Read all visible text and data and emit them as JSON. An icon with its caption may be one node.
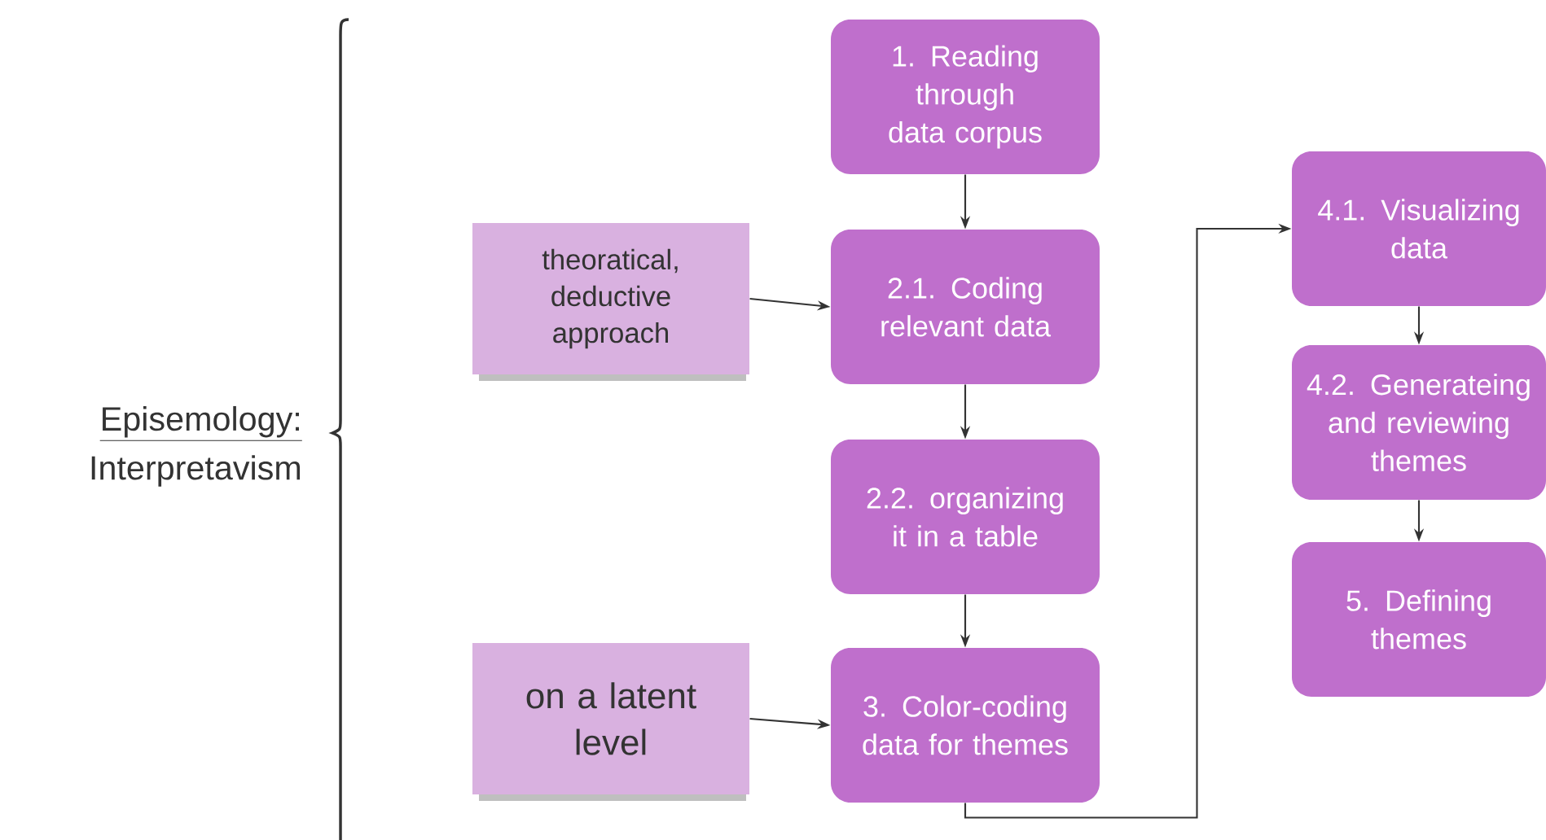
{
  "diagram": {
    "nodes": [
      {
        "text": [
          "1. Reading through data corpus"
        ]
      },
      {
        "text": [
          "2.1. Coding relevant data"
        ]
      },
      {
        "text": [
          "theoratical, deductive approach"
        ]
      },
      {
        "text": [
          "2.2. organizing it in a table"
        ]
      },
      {
        "text": [
          "on a latent level"
        ]
      },
      {
        "text": [
          "3. Color-coding data for themes"
        ]
      },
      {
        "text": [
          "4.1. Visualizing data"
        ]
      },
      {
        "text": [
          "4.2. Generateing and reviewing themes"
        ]
      },
      {
        "text": [
          "5. Defining themes"
        ]
      }
    ],
    "edges": [
      {
        "from": 0,
        "to": 1,
        "arrow": "to"
      },
      {
        "from": 2,
        "to": 1,
        "arrow": "to"
      },
      {
        "from": 1,
        "to": 3,
        "arrow": "to"
      },
      {
        "from": 3,
        "to": 5,
        "arrow": "to"
      },
      {
        "from": 4,
        "to": 5,
        "arrow": "to"
      },
      {
        "from": 5,
        "to": 6,
        "arrow": "to"
      },
      {
        "from": 6,
        "to": 7,
        "arrow": "to"
      },
      {
        "from": 7,
        "to": 8,
        "arrow": "to"
      }
    ],
    "labels": [
      "Episemology:",
      "Interpretavism"
    ]
  }
}
